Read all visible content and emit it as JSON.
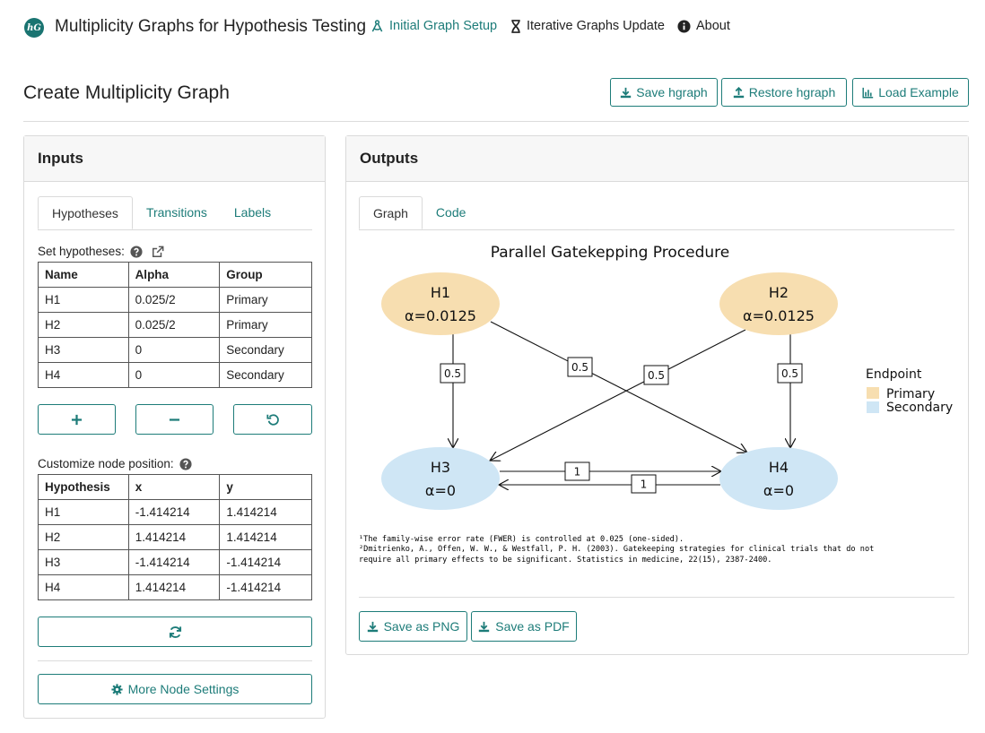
{
  "navbar": {
    "logo_text": "hG",
    "brand": "Multiplicity Graphs for Hypothesis Testing",
    "items": [
      {
        "label": "Initial Graph Setup",
        "icon": "compass-drafting-icon",
        "active": true
      },
      {
        "label": "Iterative Graphs Update",
        "icon": "hourglass-icon",
        "active": false
      },
      {
        "label": "About",
        "icon": "info-circle-icon",
        "active": false
      }
    ]
  },
  "header": {
    "title": "Create Multiplicity Graph",
    "buttons": [
      {
        "label": "Save hgraph",
        "icon": "download-icon"
      },
      {
        "label": "Restore hgraph",
        "icon": "upload-icon"
      },
      {
        "label": "Load Example",
        "icon": "chart-bar-icon"
      }
    ]
  },
  "inputs": {
    "title": "Inputs",
    "tabs": [
      "Hypotheses",
      "Transitions",
      "Labels"
    ],
    "set_hypotheses_label": "Set hypotheses:",
    "hyp_table": {
      "columns": [
        "Name",
        "Alpha",
        "Group"
      ],
      "rows": [
        [
          "H1",
          "0.025/2",
          "Primary"
        ],
        [
          "H2",
          "0.025/2",
          "Primary"
        ],
        [
          "H3",
          "0",
          "Secondary"
        ],
        [
          "H4",
          "0",
          "Secondary"
        ]
      ]
    },
    "action_buttons": [
      {
        "icon": "plus-icon"
      },
      {
        "icon": "minus-icon"
      },
      {
        "icon": "undo-icon"
      }
    ],
    "node_position_label": "Customize node position:",
    "pos_table": {
      "columns": [
        "Hypothesis",
        "x",
        "y"
      ],
      "rows": [
        [
          "H1",
          "-1.414214",
          "1.414214"
        ],
        [
          "H2",
          "1.414214",
          "1.414214"
        ],
        [
          "H3",
          "-1.414214",
          "-1.414214"
        ],
        [
          "H4",
          "1.414214",
          "-1.414214"
        ]
      ]
    },
    "more_settings_label": "More Node Settings"
  },
  "outputs": {
    "title": "Outputs",
    "tabs": [
      "Graph",
      "Code"
    ],
    "graph": {
      "title": "Parallel Gatekepping Procedure",
      "nodes": [
        {
          "name": "H1",
          "alpha": "α=0.0125",
          "group": "Primary"
        },
        {
          "name": "H2",
          "alpha": "α=0.0125",
          "group": "Primary"
        },
        {
          "name": "H3",
          "alpha": "α=0",
          "group": "Secondary"
        },
        {
          "name": "H4",
          "alpha": "α=0",
          "group": "Secondary"
        }
      ],
      "edges": [
        {
          "from": "H1",
          "to": "H3",
          "weight": "0.5"
        },
        {
          "from": "H1",
          "to": "H4",
          "weight": "0.5"
        },
        {
          "from": "H2",
          "to": "H3",
          "weight": "0.5"
        },
        {
          "from": "H2",
          "to": "H4",
          "weight": "0.5"
        },
        {
          "from": "H3",
          "to": "H4",
          "weight": "1"
        },
        {
          "from": "H4",
          "to": "H3",
          "weight": "1"
        }
      ],
      "legend": {
        "title": "Endpoint",
        "items": [
          {
            "label": "Primary",
            "color": "#f7deb0"
          },
          {
            "label": "Secondary",
            "color": "#cfe6f5"
          }
        ]
      },
      "footnotes": [
        "¹The family-wise error rate (FWER) is controlled at 0.025 (one-sided).",
        "²Dmitrienko, A., Offen, W. W., & Westfall, P. H. (2003). Gatekeeping strategies for clinical trials that do not",
        " require all primary effects to be significant. Statistics in medicine, 22(15), 2387-2400."
      ]
    },
    "save_buttons": [
      {
        "label": "Save as PNG",
        "icon": "download-icon"
      },
      {
        "label": "Save as PDF",
        "icon": "download-icon"
      }
    ]
  },
  "colors": {
    "accent": "#1d7c79",
    "primary_node": "#f7deb0",
    "secondary_node": "#cfe6f5"
  }
}
